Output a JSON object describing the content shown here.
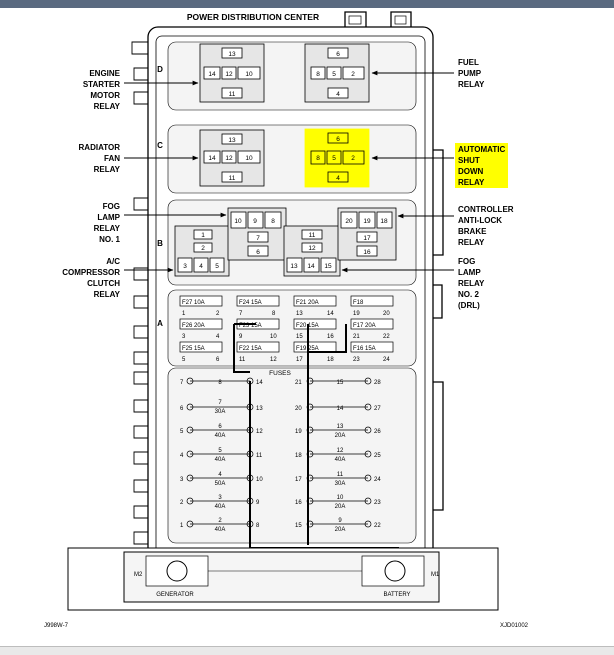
{
  "title": "POWER DISTRIBUTION CENTER",
  "row_letters": {
    "d": "D",
    "c": "C",
    "b": "B",
    "a": "A"
  },
  "fuses_label": "FUSES",
  "left_labels": {
    "engine_starter": [
      "ENGINE",
      "STARTER",
      "MOTOR",
      "RELAY"
    ],
    "radiator_fan": [
      "RADIATOR",
      "FAN",
      "RELAY"
    ],
    "fog_lamp_1": [
      "FOG",
      "LAMP",
      "RELAY",
      "NO. 1"
    ],
    "ac_compressor": [
      "A/C",
      "COMPRESSOR",
      "CLUTCH",
      "RELAY"
    ]
  },
  "right_labels": {
    "fuel_pump": [
      "FUEL",
      "PUMP",
      "RELAY"
    ],
    "auto_shutdown": [
      "AUTOMATIC",
      "SHUT",
      "DOWN",
      "RELAY"
    ],
    "abs": [
      "CONTROLLER",
      "ANTI-LOCK",
      "BRAKE",
      "RELAY"
    ],
    "fog_lamp_2": [
      "FOG",
      "LAMP",
      "RELAY",
      "NO. 2",
      "(DRL)"
    ]
  },
  "relays": {
    "d_left": {
      "top": "13",
      "left": "14",
      "mid": "12",
      "right": "10",
      "bottom": "11"
    },
    "d_right": {
      "top": "6",
      "left": "8",
      "mid": "5",
      "right": "2",
      "bottom": "4"
    },
    "c_left": {
      "top": "13",
      "left": "14",
      "mid": "12",
      "right": "10",
      "bottom": "11"
    },
    "c_right": {
      "top": "6",
      "left": "8",
      "mid": "5",
      "right": "2",
      "bottom": "4"
    },
    "b1": {
      "top": "1",
      "upper": "2",
      "bottom": [
        "3",
        "4",
        "5"
      ]
    },
    "b2": {
      "top": [
        "10",
        "9",
        "8"
      ],
      "mid": "7",
      "bottom": "6"
    },
    "b3": {
      "top": "11",
      "mid": "12",
      "bottom": [
        "13",
        "14",
        "15"
      ]
    },
    "b4": {
      "top": [
        "20",
        "19",
        "18"
      ],
      "mid": "17",
      "bottom": "16"
    }
  },
  "a_fuses": [
    {
      "label": "F27 10A",
      "p1": "1",
      "p2": "2"
    },
    {
      "label": "F24 15A",
      "p1": "7",
      "p2": "8"
    },
    {
      "label": "F21 20A",
      "p1": "13",
      "p2": "14"
    },
    {
      "label": "F18",
      "p1": "19",
      "p2": "20"
    },
    {
      "label": "F26 20A",
      "p1": "3",
      "p2": "4"
    },
    {
      "label": "F23 15A",
      "p1": "9",
      "p2": "10"
    },
    {
      "label": "F20 15A",
      "p1": "15",
      "p2": "16"
    },
    {
      "label": "F17 20A",
      "p1": "21",
      "p2": "22"
    },
    {
      "label": "F25 15A",
      "p1": "5",
      "p2": "6"
    },
    {
      "label": "F22 15A",
      "p1": "11",
      "p2": "12"
    },
    {
      "label": "F19 25A",
      "p1": "17",
      "p2": "18"
    },
    {
      "label": "F16 15A",
      "p1": "23",
      "p2": "24"
    }
  ],
  "maxi_fuses_left": [
    {
      "lp": "7",
      "num": "8",
      "amp": "",
      "rp": "14"
    },
    {
      "lp": "6",
      "num": "7",
      "amp": "30A",
      "rp": "13"
    },
    {
      "lp": "5",
      "num": "6",
      "amp": "40A",
      "rp": "12"
    },
    {
      "lp": "4",
      "num": "5",
      "amp": "40A",
      "rp": "11"
    },
    {
      "lp": "3",
      "num": "4",
      "amp": "50A",
      "rp": "10"
    },
    {
      "lp": "2",
      "num": "3",
      "amp": "40A",
      "rp": "9"
    },
    {
      "lp": "1",
      "num": "2",
      "amp": "40A",
      "rp": "8"
    }
  ],
  "maxi_fuses_right": [
    {
      "lp": "21",
      "num": "15",
      "amp": "",
      "rp": "28"
    },
    {
      "lp": "20",
      "num": "14",
      "amp": "",
      "rp": "27"
    },
    {
      "lp": "19",
      "num": "13",
      "amp": "20A",
      "rp": "26"
    },
    {
      "lp": "18",
      "num": "12",
      "amp": "40A",
      "rp": "25"
    },
    {
      "lp": "17",
      "num": "11",
      "amp": "30A",
      "rp": "24"
    },
    {
      "lp": "16",
      "num": "10",
      "amp": "20A",
      "rp": "23"
    },
    {
      "lp": "15",
      "num": "9",
      "amp": "20A",
      "rp": "22"
    }
  ],
  "bottom": {
    "m2": "M2",
    "m1": "M1",
    "generator": "GENERATOR",
    "battery": "BATTERY"
  },
  "footer": {
    "left": "J998W-7",
    "right": "XJD01002"
  },
  "colors": {
    "highlight": "#ffff00",
    "relay_fill": "#e6e6e6",
    "panel_fill": "#f4f4f4",
    "line": "#000000"
  }
}
